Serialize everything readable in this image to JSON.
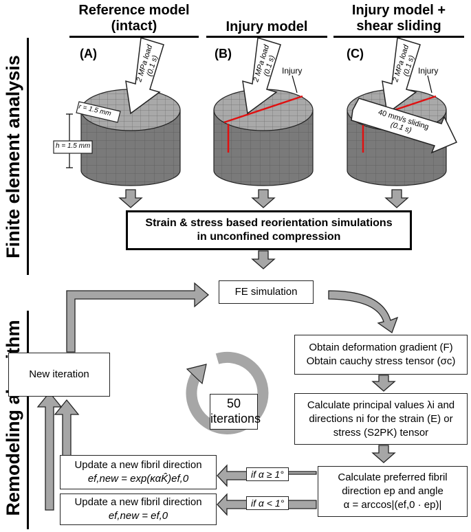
{
  "columns": [
    {
      "title_line1": "Reference model",
      "title_line2": "(intact)",
      "panel": "(A)"
    },
    {
      "title_line1": "Injury model",
      "title_line2": "",
      "panel": "(B)"
    },
    {
      "title_line1": "Injury model +",
      "title_line2": "shear sliding",
      "panel": "(C)"
    }
  ],
  "side_titles": {
    "top": "Finite element analysis",
    "bottom": "Remodeling algorithm"
  },
  "load_label_line1": "2 MPa load",
  "load_label_line2": "(0.1 s)",
  "injury_label": "Injury",
  "radius_label": "r = 1.5 mm",
  "height_label": "h = 1.5 mm",
  "sliding_line1": "40 mm/s sliding",
  "sliding_line2": "(0.1 s)",
  "sim_box": {
    "line1": "Strain & stress based reorientation simulations",
    "line2": "in unconfined compression"
  },
  "fe_sim": "FE simulation",
  "new_iteration": "New iteration",
  "iterations": {
    "count": "50",
    "word": "iterations"
  },
  "step1": {
    "line1": "Obtain deformation gradient (F)",
    "line2": "Obtain cauchy stress tensor (σc)"
  },
  "step2": {
    "line1": "Calculate principal values λi and",
    "line2": "directions ni for the strain (E) or",
    "line3": "stress (S2PK) tensor"
  },
  "step3": {
    "line1": "Calculate preferred fibril",
    "line2": "direction ep and angle",
    "line3": "α = arccos|(ef,0 · ep)|"
  },
  "update_a": {
    "title": "Update a new fibril direction",
    "formula": "ef,new = exp(καK̂)ef,0"
  },
  "update_b": {
    "title": "Update a new fibril direction",
    "formula": "ef,new = ef,0"
  },
  "cond_a": "if α ≥ 1°",
  "cond_b": "if α < 1°",
  "colors": {
    "arrow_fill": "#a6a6a6",
    "cylinder": "#7a7a7a",
    "injury": "#e01010",
    "line": "#000000"
  }
}
